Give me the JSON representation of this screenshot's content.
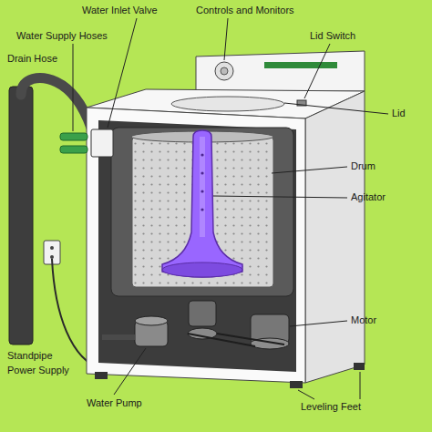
{
  "diagram": {
    "labels": [
      "Water Inlet Valve",
      "Controls and Monitors",
      "Water Supply Hoses",
      "Lid Switch",
      "Drain Hose",
      "Lid",
      "Drum",
      "Agitator",
      "Motor",
      "Standpipe",
      "Power Supply",
      "Water Pump",
      "Leveling Feet"
    ]
  }
}
